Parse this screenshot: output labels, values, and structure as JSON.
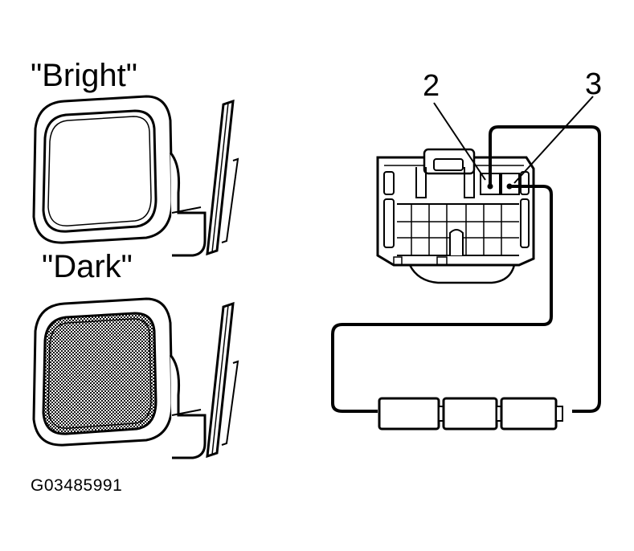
{
  "labels": {
    "bright": "\"Bright\"",
    "dark": "\"Dark\"",
    "pin_2": "2",
    "pin_3": "3",
    "figure_code": "G03485991"
  },
  "colors": {
    "line": "#000000",
    "background": "#ffffff",
    "dark_mirror": "#666666"
  },
  "icons": {
    "mirror_bright": "door-mirror-icon",
    "mirror_dark": "door-mirror-dimmed-icon",
    "connector": "connector-icon",
    "battery": "battery-pack-icon"
  }
}
